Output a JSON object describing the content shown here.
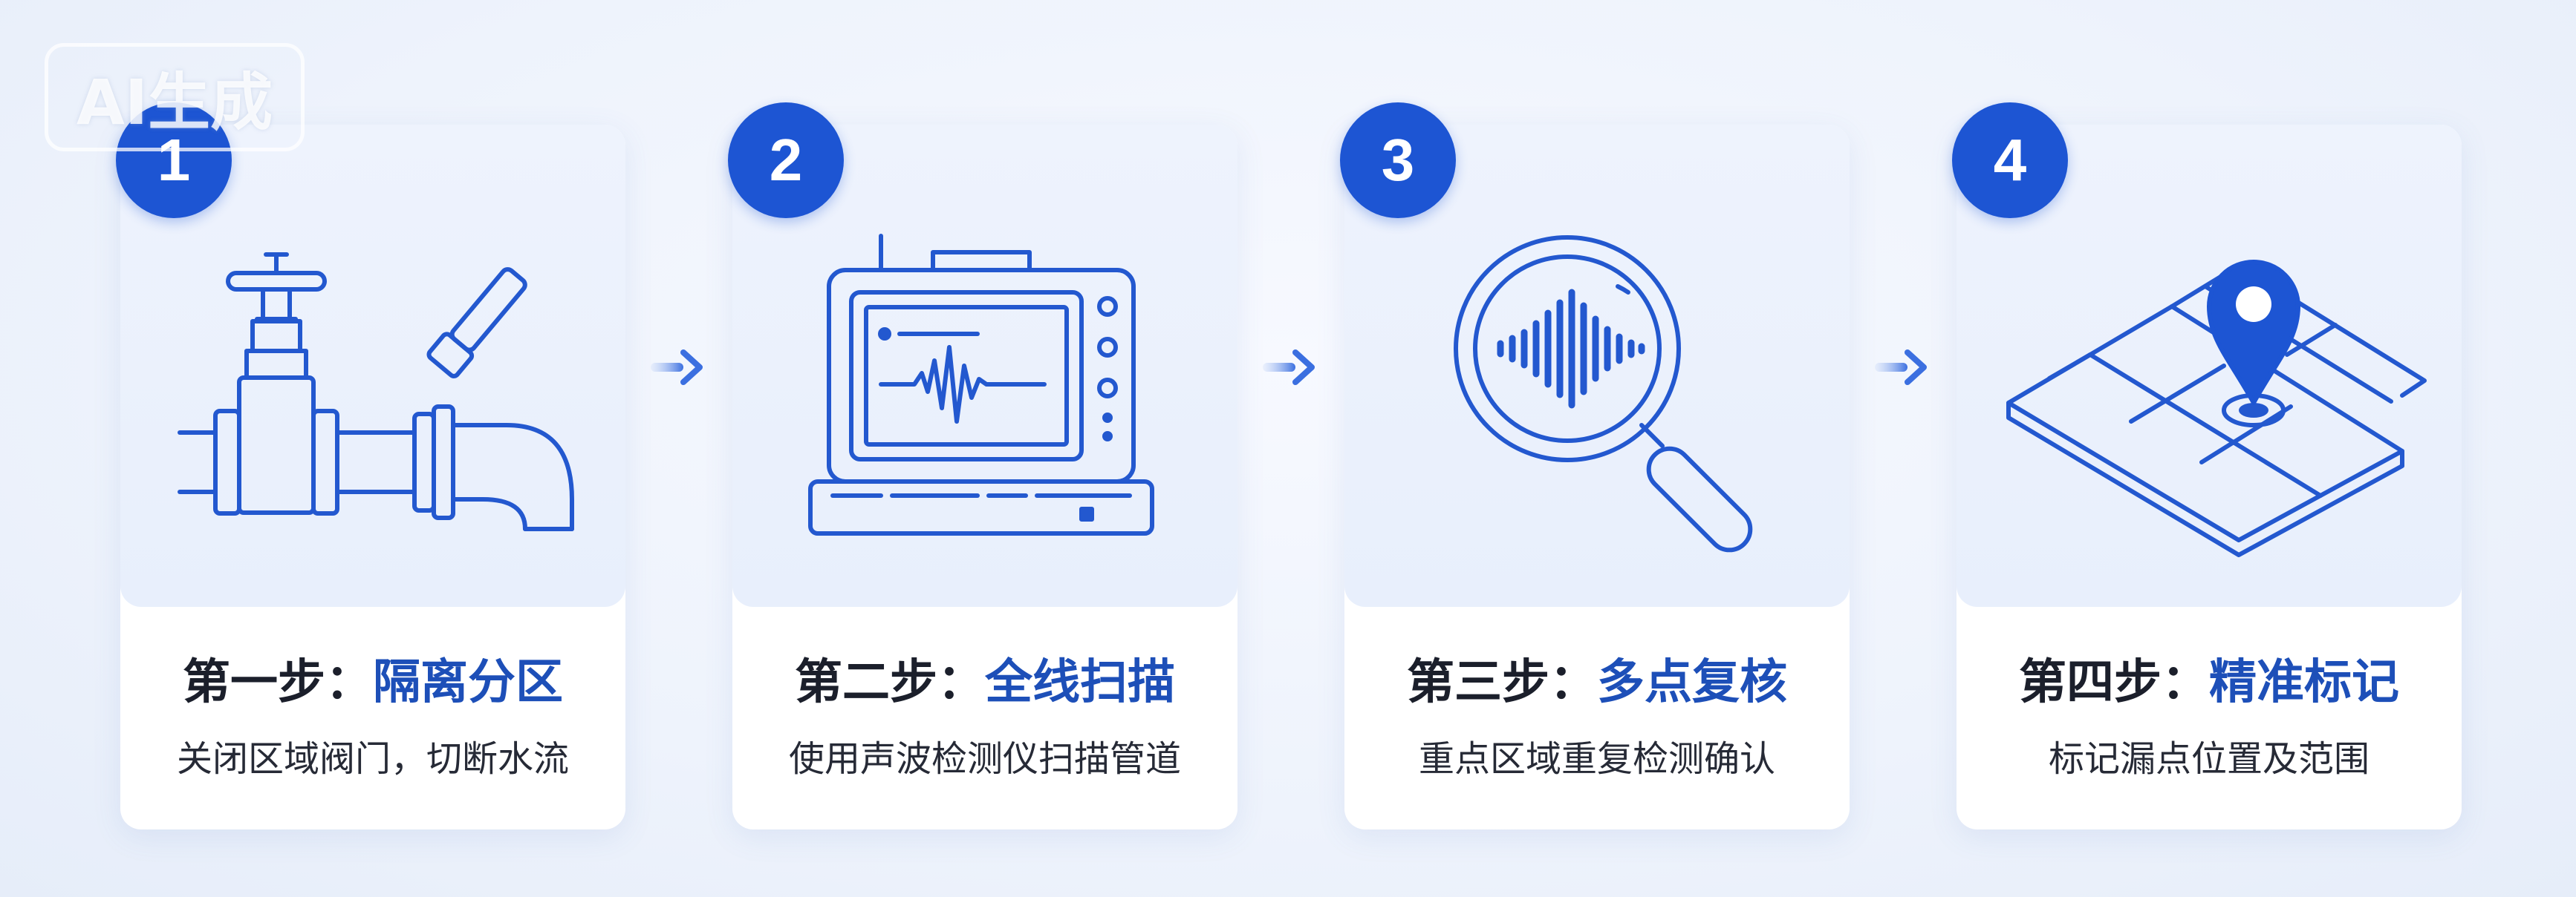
{
  "watermark": "AI生成",
  "steps": [
    {
      "number": "1",
      "label": "第一步：",
      "title": "隔离分区",
      "desc": "关闭区域阀门，切断水流",
      "icon": "pipe-valve-icon"
    },
    {
      "number": "2",
      "label": "第二步：",
      "title": "全线扫描",
      "desc": "使用声波检测仪扫描管道",
      "icon": "acoustic-detector-icon"
    },
    {
      "number": "3",
      "label": "第三步：",
      "title": "多点复核",
      "desc": "重点区域重复检测确认",
      "icon": "magnifier-soundwave-icon"
    },
    {
      "number": "4",
      "label": "第四步：",
      "title": "精准标记",
      "desc": "标记漏点位置及范围",
      "icon": "map-pin-icon"
    }
  ],
  "colors": {
    "accent": "#1d55d3",
    "line": "#2f63d6",
    "title_highlight": "#1d4fb8"
  }
}
